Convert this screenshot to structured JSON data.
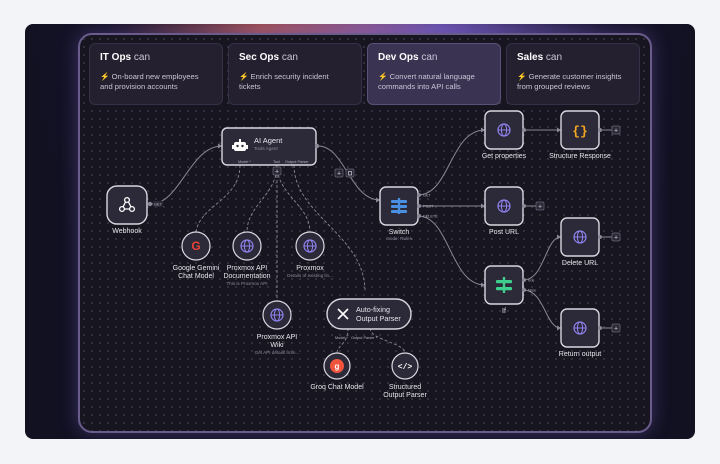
{
  "use_cases": [
    {
      "team": "IT Ops",
      "verb": "can",
      "desc_line1": "On-board new employees",
      "desc_line2": "and provision accounts",
      "active": false
    },
    {
      "team": "Sec Ops",
      "verb": "can",
      "desc_line1": "Enrich security incident tickets",
      "desc_line2": "",
      "active": false
    },
    {
      "team": "Dev Ops",
      "verb": "can",
      "desc_line1": "Convert natural language",
      "desc_line2": "commands into API calls",
      "active": true
    },
    {
      "team": "Sales",
      "verb": "can",
      "desc_line1": "Generate customer insights",
      "desc_line2": "from grouped reviews",
      "active": false
    }
  ],
  "nodes": {
    "webhook": {
      "label": "Webhook",
      "port": "GET"
    },
    "ai_agent": {
      "label": "AI Agent",
      "sub": "Tools Agent",
      "ports": [
        "Model *",
        "Tool",
        "Output Parser"
      ]
    },
    "google_gemini": {
      "label1": "Google Gemini",
      "label2": "Chat Model"
    },
    "proxmox_api_doc": {
      "label1": "Proxmox API",
      "label2": "Documentation",
      "sub": "This is Proxmox API"
    },
    "proxmox": {
      "label": "Proxmox",
      "sub": "Details of existing lin..."
    },
    "proxmox_api_wiki": {
      "label1": "Proxmox API",
      "label2": "Wiki",
      "sub": "Get API details from..."
    },
    "auto_fixing": {
      "label1": "Auto-fixing",
      "label2": "Output Parser",
      "ports": [
        "Model *",
        "Output Parser *"
      ]
    },
    "groq": {
      "label": "Groq Chat Model"
    },
    "structured": {
      "label1": "Structured",
      "label2": "Output Parser"
    },
    "switch": {
      "label": "Switch",
      "sub": "mode: Rules",
      "ports": [
        "GET",
        "POST",
        "DELETE"
      ]
    },
    "get_properties": {
      "label": "Get properties"
    },
    "structure_response": {
      "label": "Structure Response"
    },
    "post_url": {
      "label": "Post URL"
    },
    "if_node": {
      "label": "If",
      "ports": [
        "true",
        "false"
      ]
    },
    "delete_url": {
      "label": "Delete URL"
    },
    "return_output": {
      "label": "Return output"
    }
  },
  "colors": {
    "accent": "#6b5bd6",
    "bolt": "#f5b82e",
    "switch_icon": "#4a90e2",
    "if_icon": "#3ecf8e",
    "groq": "#f0543c",
    "brace": "#f5a623"
  }
}
